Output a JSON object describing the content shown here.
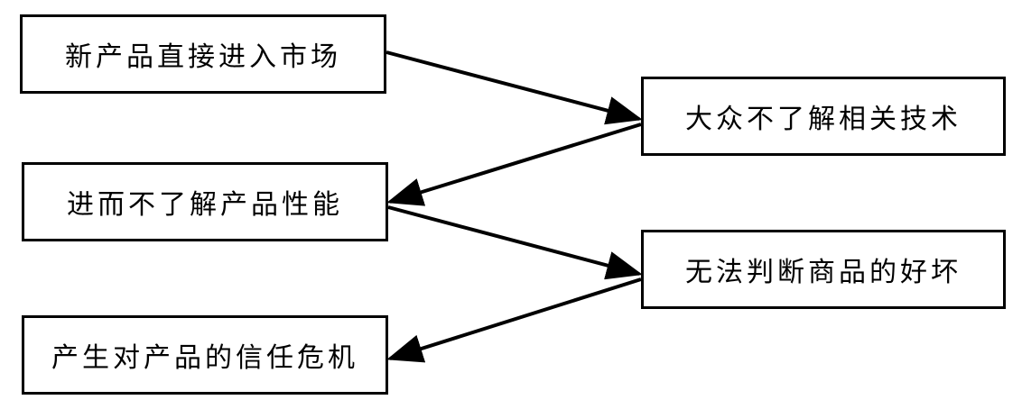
{
  "boxes": [
    {
      "id": "b1",
      "text": "新产品直接进入市场"
    },
    {
      "id": "b2",
      "text": "大众不了解相关技术"
    },
    {
      "id": "b3",
      "text": "进而不了解产品性能"
    },
    {
      "id": "b4",
      "text": "无法判断商品的好坏"
    },
    {
      "id": "b5",
      "text": "产生对产品的信任危机"
    }
  ],
  "arrows": [
    {
      "from": "b1",
      "to": "b2"
    },
    {
      "from": "b2",
      "to": "b3"
    },
    {
      "from": "b3",
      "to": "b4"
    },
    {
      "from": "b4",
      "to": "b5"
    }
  ],
  "colors": {
    "stroke": "#000000",
    "background": "#ffffff"
  }
}
